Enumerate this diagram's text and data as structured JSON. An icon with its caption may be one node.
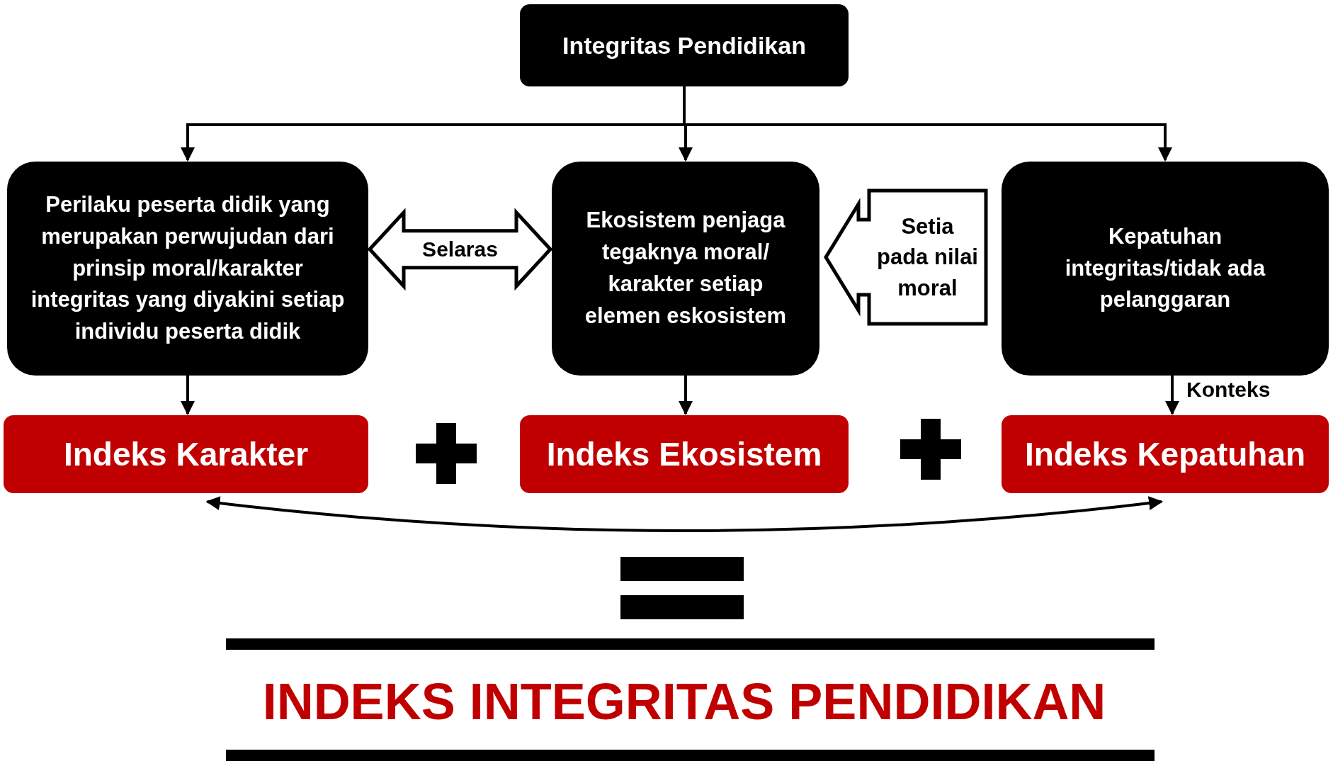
{
  "diagram": {
    "nodes": [
      {
        "text": [
          "Integritas Pendidikan"
        ]
      },
      {
        "text": [
          "Perilaku peserta didik yang merupakan perwujudan dari prinsip moral/karakter integritas yang diyakini setiap individu peserta didik"
        ]
      },
      {
        "text": [
          "Ekosistem penjaga tegaknya moral/ karakter setiap elemen eskosistem"
        ]
      },
      {
        "text": [
          "Setia pada nilai moral"
        ]
      },
      {
        "text": [
          "Kepatuhan integritas/tidak ada pelanggaran"
        ]
      },
      {
        "text": [
          "Indeks Karakter"
        ]
      },
      {
        "text": [
          "Indeks Ekosistem"
        ]
      },
      {
        "text": [
          "Indeks Kepatuhan"
        ]
      }
    ],
    "edges": [
      {
        "from": 0,
        "to": 1,
        "arrow": "to"
      },
      {
        "from": 0,
        "to": 2,
        "arrow": "to"
      },
      {
        "from": 0,
        "to": 4,
        "arrow": "to"
      },
      {
        "from": 1,
        "to": 2,
        "arrow": "both",
        "label": "Selaras"
      },
      {
        "from": 1,
        "to": 5,
        "arrow": "to"
      },
      {
        "from": 2,
        "to": 6,
        "arrow": "to"
      },
      {
        "from": 4,
        "to": 7,
        "arrow": "to",
        "label": "Konteks"
      },
      {
        "from": 5,
        "to": 7,
        "arrow": "both"
      }
    ],
    "labels": [
      "INDEKS INTEGRITAS PENDIDIKAN"
    ]
  }
}
